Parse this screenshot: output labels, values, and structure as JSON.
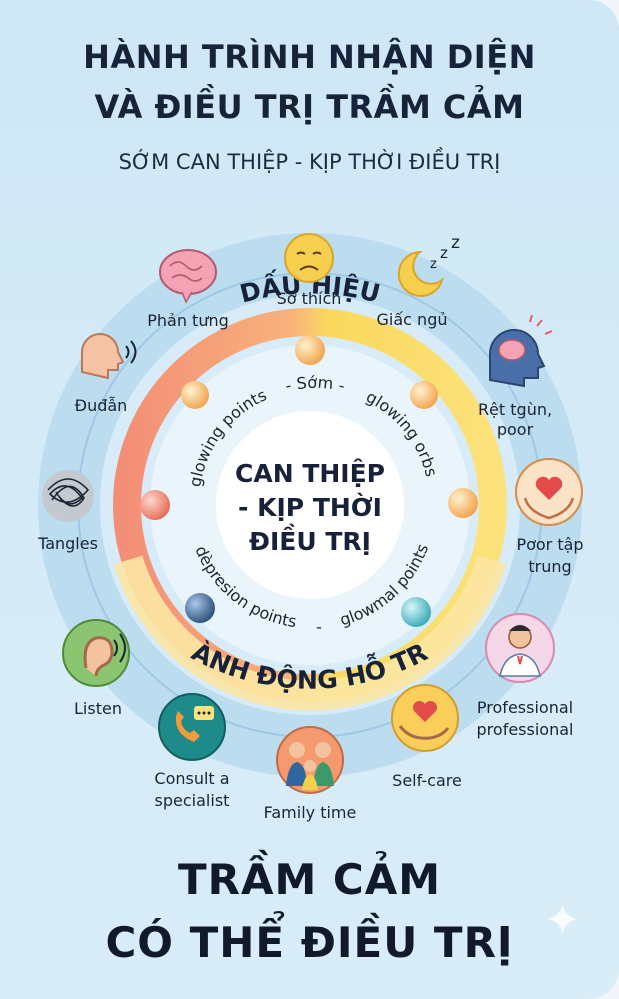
{
  "title_line1": "HÀNH TRÌNH NHẬN DIỆN",
  "title_line2": "VÀ ĐIỀU TRỊ TRẦM CẢM",
  "subtitle": "SỚM CAN THIỆP - KỊP THỜI ĐIỀU TRỊ",
  "ring_top_label": "DẤU HIỆU",
  "ring_bottom_label": "HÀNH ĐỘNG HỖ TRỢ",
  "center_line1": "CAN THIỆP",
  "center_line2": "- KỊP THỜI",
  "center_line3": "ĐIỀU TRỊ",
  "inner_arc_top_left": "glowing points",
  "inner_arc_top": "- Sớm -",
  "inner_arc_top_right": "glowing orbs",
  "inner_arc_bottom_left": "dèpresion points",
  "inner_arc_bottom": "-",
  "inner_arc_bottom_right": "glowmal points",
  "items": {
    "so_thich": "Sở thích",
    "giac_ngu": "Giấc ngủ",
    "phan_tung": "Phản tưng",
    "ret_tgun_1": "Rệt tgùn,",
    "ret_tgun_2": "poor",
    "duoan": "Đuđẫn",
    "poor_tap_1": "Pơor tập",
    "poor_tap_2": "trung",
    "tangles": "Tangles",
    "professional_1": "Professional",
    "professional_2": "professional",
    "listen": "Listen",
    "self_care": "Self-care",
    "consult_1": "Consult a",
    "consult_2": "specialist",
    "family": "Family time"
  },
  "bottom_line1": "TRẦM CẢM",
  "bottom_line2": "CÓ THỂ ĐIỀU TRỊ",
  "icons": [
    "sad-face-icon",
    "moon-sleep-icon",
    "brain-icon",
    "head-brain-icon",
    "speaking-head-icon",
    "heart-hands-icon",
    "tangle-icon",
    "doctor-icon",
    "ear-icon",
    "heart-hand-icon",
    "phone-chat-icon",
    "family-icon",
    "sparkle-icon"
  ],
  "colors": {
    "ring_outer": "#a9d2ec",
    "arc_warm": "#f5a37e",
    "arc_yellow": "#fbd35a",
    "center_bg": "#ffffff"
  }
}
